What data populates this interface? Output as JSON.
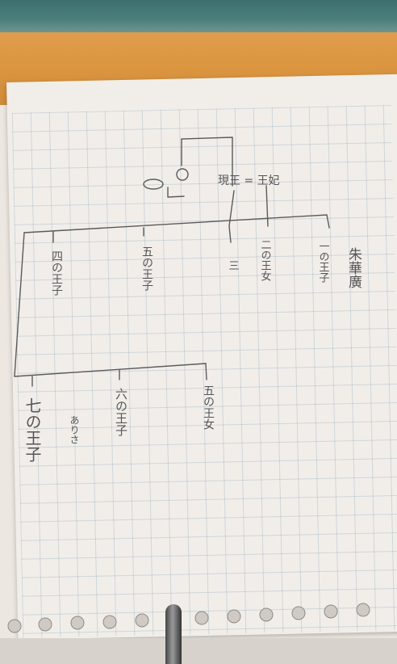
{
  "photo": {
    "colors": {
      "paper": "#f1eeea",
      "grid": "#9fb4c2",
      "pencil": "#5a5a5a",
      "desk": "#dc9640",
      "teal": "#4b7f7c"
    },
    "labels": {
      "king_queen": "現王 = 王妃",
      "first_prince": "一の王子",
      "first_prince_note": "朱華廣",
      "second_princess": "二の王女",
      "third": "三",
      "fourth_prince": "四の王子",
      "fifth_prince": "五の王子",
      "sixth_prince": "六の王子",
      "fifth_princess": "五の王女",
      "seventh_prince": "七の王子",
      "seventh_note": "ありさ"
    }
  }
}
